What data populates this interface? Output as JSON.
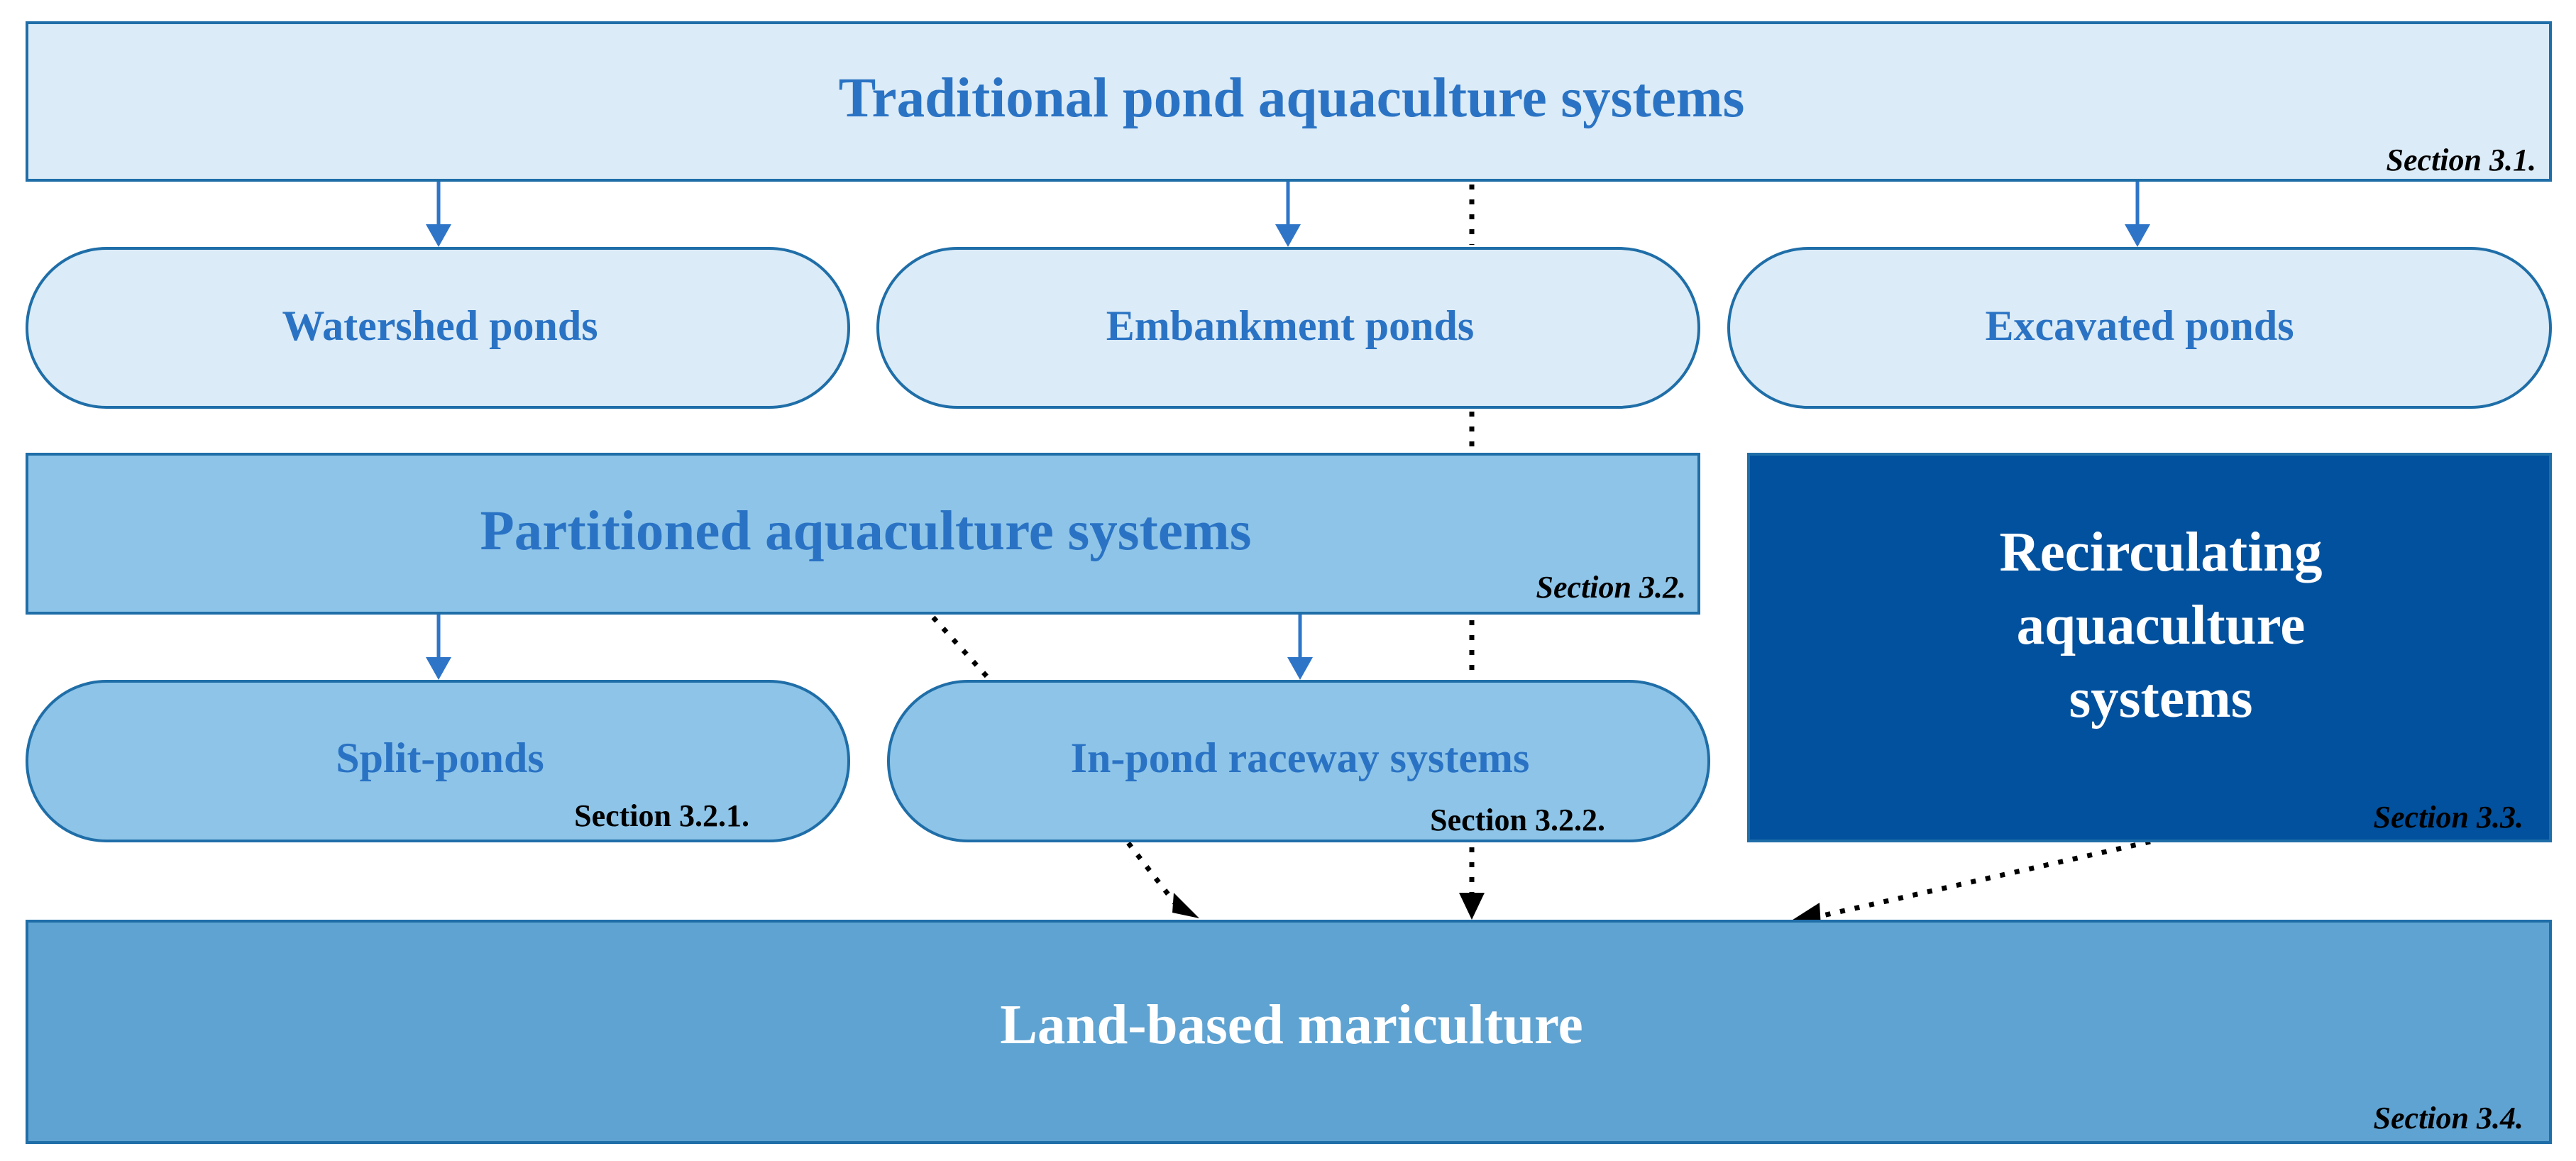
{
  "colors": {
    "light_fill": "#dbebf7",
    "mid_fill": "#8dc4e8",
    "land_fill": "#5fa3d2",
    "dark_fill": "#02519e",
    "border": "#1f6ea8",
    "text_blue": "#2a73c4",
    "text_white": "#ffffff",
    "arrow_blue": "#2e75c8",
    "dotted": "#000000"
  },
  "traditional": {
    "title": "Traditional pond aquaculture systems",
    "section": "Section 3.1."
  },
  "ponds": {
    "watershed": "Watershed ponds",
    "embankment": "Embankment ponds",
    "excavated": "Excavated ponds"
  },
  "partitioned": {
    "title": "Partitioned aquaculture systems",
    "section": "Section 3.2."
  },
  "split_ponds": {
    "title": "Split-ponds",
    "section": "Section 3.2.1."
  },
  "raceway": {
    "title": "In-pond raceway systems",
    "section": "Section 3.2.2."
  },
  "recirculating": {
    "title_line1": "Recirculating",
    "title_line2": "aquaculture",
    "title_line3": "systems",
    "section": "Section 3.3."
  },
  "land_based": {
    "title": "Land-based mariculture",
    "section": "Section 3.4."
  }
}
